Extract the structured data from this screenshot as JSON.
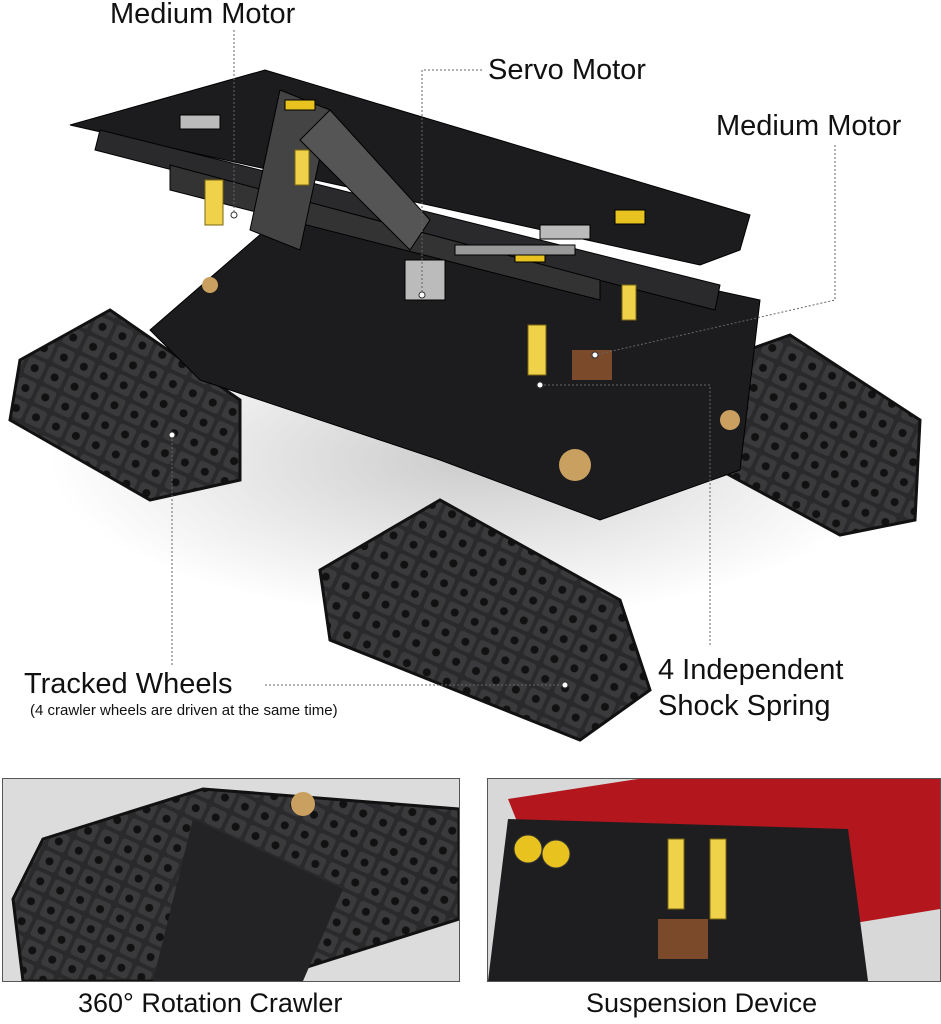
{
  "callouts": {
    "medium_motor_left": "Medium Motor",
    "servo_motor": "Servo Motor",
    "medium_motor_right": "Medium Motor",
    "tracked_wheels": "Tracked Wheels",
    "tracked_wheels_note": "(4 crawler wheels are driven at the same time)",
    "shock_spring_line1": "4 Independent",
    "shock_spring_line2": "Shock Spring"
  },
  "panels": [
    {
      "caption": "360° Rotation Crawler"
    },
    {
      "caption": "Suspension Device"
    }
  ],
  "colors": {
    "chassis": "#1c1c1e",
    "track": "#2a2a2c",
    "spring": "#f0d24a",
    "accent_blue": "#2f4fa8",
    "gear": "#c9a060",
    "body_red": "#b3161c"
  }
}
